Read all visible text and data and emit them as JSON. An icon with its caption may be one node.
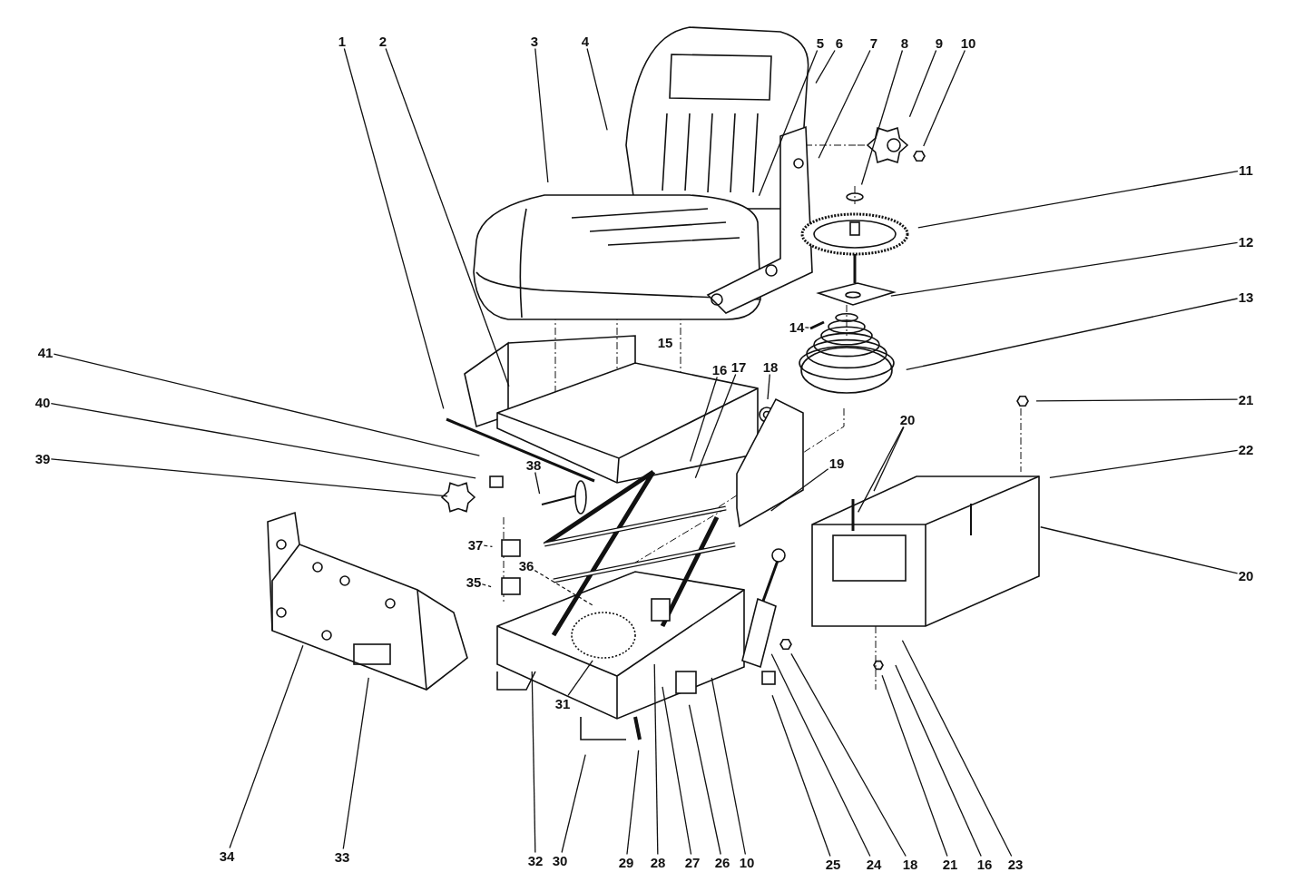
{
  "diagram": {
    "nodes": [
      {
        "text": [
          "1"
        ]
      },
      {
        "text": [
          "2"
        ]
      },
      {
        "text": [
          "3"
        ]
      },
      {
        "text": [
          "4"
        ]
      },
      {
        "text": [
          "5"
        ]
      },
      {
        "text": [
          "6"
        ]
      },
      {
        "text": [
          "7"
        ]
      },
      {
        "text": [
          "8"
        ]
      },
      {
        "text": [
          "9"
        ]
      },
      {
        "text": [
          "10"
        ]
      },
      {
        "text": [
          "11"
        ]
      },
      {
        "text": [
          "12"
        ]
      },
      {
        "text": [
          "13"
        ]
      },
      {
        "text": [
          "14"
        ]
      },
      {
        "text": [
          "16"
        ]
      },
      {
        "text": [
          "17"
        ]
      },
      {
        "text": [
          "18"
        ]
      },
      {
        "text": [
          "19"
        ]
      },
      {
        "text": [
          "20"
        ]
      },
      {
        "text": [
          "21"
        ]
      },
      {
        "text": [
          "22"
        ]
      },
      {
        "text": [
          "20"
        ]
      },
      {
        "text": [
          "41"
        ]
      },
      {
        "text": [
          "40"
        ]
      },
      {
        "text": [
          "39"
        ]
      },
      {
        "text": [
          "38"
        ]
      },
      {
        "text": [
          "37"
        ]
      },
      {
        "text": [
          "36"
        ]
      },
      {
        "text": [
          "35"
        ]
      },
      {
        "text": [
          "31"
        ]
      },
      {
        "text": [
          "34"
        ]
      },
      {
        "text": [
          "33"
        ]
      },
      {
        "text": [
          "32"
        ]
      },
      {
        "text": [
          "30"
        ]
      },
      {
        "text": [
          "29"
        ]
      },
      {
        "text": [
          "28"
        ]
      },
      {
        "text": [
          "27"
        ]
      },
      {
        "text": [
          "26"
        ]
      },
      {
        "text": [
          "10"
        ]
      },
      {
        "text": [
          "25"
        ]
      },
      {
        "text": [
          "24"
        ]
      },
      {
        "text": [
          "18"
        ]
      },
      {
        "text": [
          "21"
        ]
      },
      {
        "text": [
          "16"
        ]
      },
      {
        "text": [
          "23"
        ]
      },
      {
        "text": [
          "15"
        ]
      }
    ],
    "edges": [
      {
        "from": 0,
        "to": null,
        "arrow": "none"
      },
      {
        "from": 1,
        "to": null,
        "arrow": "none"
      },
      {
        "from": 2,
        "to": null,
        "arrow": "none"
      },
      {
        "from": 3,
        "to": null,
        "arrow": "none"
      },
      {
        "from": 4,
        "to": null,
        "arrow": "none"
      },
      {
        "from": 5,
        "to": null,
        "arrow": "none"
      },
      {
        "from": 6,
        "to": null,
        "arrow": "none"
      },
      {
        "from": 7,
        "to": null,
        "arrow": "none"
      },
      {
        "from": 8,
        "to": null,
        "arrow": "none"
      },
      {
        "from": 9,
        "to": null,
        "arrow": "none"
      },
      {
        "from": 10,
        "to": null,
        "arrow": "none"
      },
      {
        "from": 11,
        "to": null,
        "arrow": "none"
      },
      {
        "from": 12,
        "to": null,
        "arrow": "none"
      },
      {
        "from": 13,
        "to": null,
        "arrow": "none",
        "style": "dashed"
      },
      {
        "from": 14,
        "to": null,
        "arrow": "none"
      },
      {
        "from": 15,
        "to": null,
        "arrow": "none"
      },
      {
        "from": 16,
        "to": null,
        "arrow": "none"
      },
      {
        "from": 17,
        "to": null,
        "arrow": "none"
      },
      {
        "from": 18,
        "to": null,
        "arrow": "none"
      },
      {
        "from": 18,
        "to": null,
        "arrow": "none"
      },
      {
        "from": 19,
        "to": null,
        "arrow": "none"
      },
      {
        "from": 20,
        "to": null,
        "arrow": "none"
      },
      {
        "from": 21,
        "to": null,
        "arrow": "none"
      },
      {
        "from": 22,
        "to": null,
        "arrow": "none"
      },
      {
        "from": 23,
        "to": null,
        "arrow": "none"
      },
      {
        "from": 24,
        "to": null,
        "arrow": "none"
      },
      {
        "from": 25,
        "to": null,
        "arrow": "none"
      },
      {
        "from": 26,
        "to": null,
        "arrow": "none",
        "style": "dashed"
      },
      {
        "from": 27,
        "to": null,
        "arrow": "none",
        "style": "dashed"
      },
      {
        "from": 28,
        "to": null,
        "arrow": "none",
        "style": "dashed"
      },
      {
        "from": 29,
        "to": null,
        "arrow": "none"
      },
      {
        "from": 30,
        "to": null,
        "arrow": "none"
      },
      {
        "from": 31,
        "to": null,
        "arrow": "none"
      },
      {
        "from": 32,
        "to": null,
        "arrow": "none"
      },
      {
        "from": 33,
        "to": null,
        "arrow": "none"
      },
      {
        "from": 34,
        "to": null,
        "arrow": "none"
      },
      {
        "from": 35,
        "to": null,
        "arrow": "none"
      },
      {
        "from": 36,
        "to": null,
        "arrow": "none"
      },
      {
        "from": 37,
        "to": null,
        "arrow": "none"
      },
      {
        "from": 38,
        "to": null,
        "arrow": "none"
      },
      {
        "from": 39,
        "to": null,
        "arrow": "none"
      },
      {
        "from": 40,
        "to": null,
        "arrow": "none"
      },
      {
        "from": 41,
        "to": null,
        "arrow": "none"
      },
      {
        "from": 42,
        "to": null,
        "arrow": "none"
      },
      {
        "from": 43,
        "to": null,
        "arrow": "none"
      },
      {
        "from": 44,
        "to": null,
        "arrow": "none"
      }
    ],
    "labels": []
  }
}
